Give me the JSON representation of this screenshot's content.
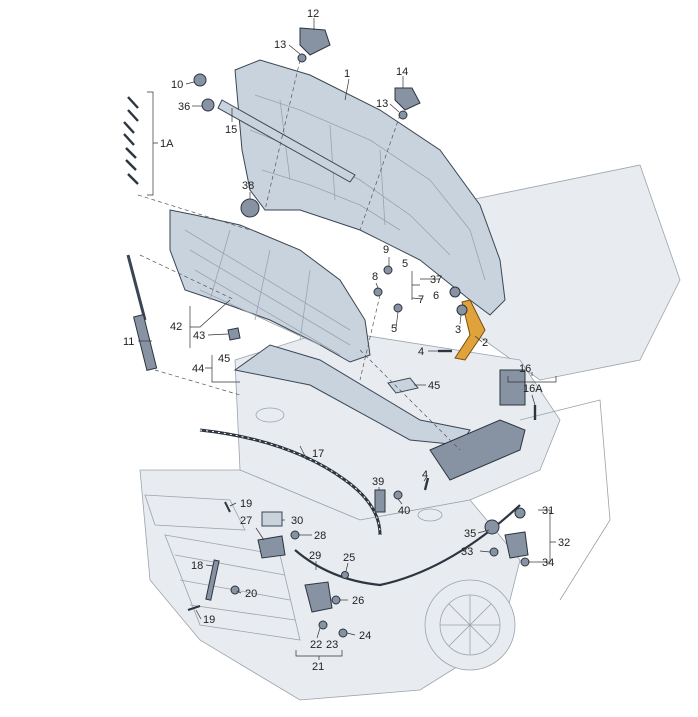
{
  "diagram": {
    "callouts": {
      "c1": "1",
      "c1a": "1A",
      "c2": "2",
      "c3": "3",
      "c4a": "4",
      "c4b": "4",
      "c5a": "5",
      "c5b": "5",
      "c6": "6",
      "c7": "7",
      "c8": "8",
      "c9": "9",
      "c10": "10",
      "c11": "11",
      "c12": "12",
      "c13a": "13",
      "c13b": "13",
      "c14": "14",
      "c15": "15",
      "c16": "16",
      "c16a": "16A",
      "c17": "17",
      "c18": "18",
      "c19a": "19",
      "c19b": "19",
      "c20": "20",
      "c21": "21",
      "c22": "22",
      "c23": "23",
      "c24": "24",
      "c25": "25",
      "c26": "26",
      "c27": "27",
      "c28": "28",
      "c29": "29",
      "c30": "30",
      "c31": "31",
      "c32": "32",
      "c33": "33",
      "c34": "34",
      "c35": "35",
      "c36": "36",
      "c37": "37",
      "c38": "38",
      "c39": "39",
      "c40": "40",
      "c42": "42",
      "c43": "43",
      "c44": "44",
      "c45a": "45",
      "c45b": "45"
    }
  }
}
